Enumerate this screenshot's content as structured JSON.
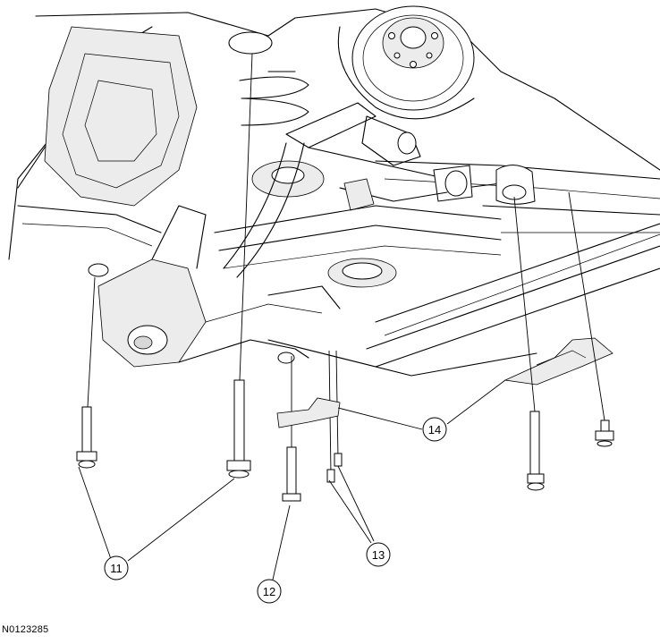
{
  "figure_id": "N0123285",
  "callouts": [
    {
      "label": "11"
    },
    {
      "label": "12"
    },
    {
      "label": "13"
    },
    {
      "label": "14"
    }
  ]
}
